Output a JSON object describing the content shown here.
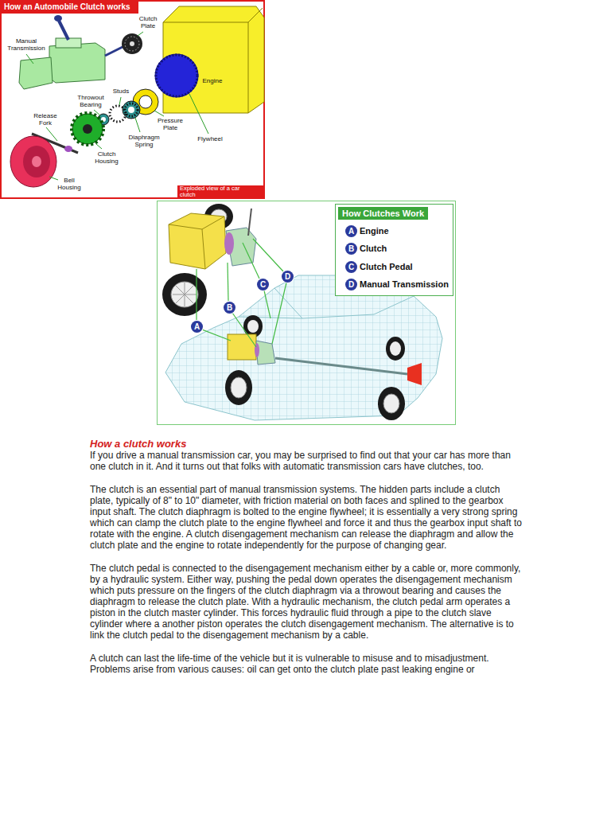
{
  "diagram": {
    "title": "How an Automobile Clutch works",
    "caption": "Exploded view of a car clutch",
    "nodes": [
      {
        "text": [
          "How Clutches Work"
        ]
      },
      {
        "text": [
          "A",
          "Engine"
        ],
        "in": 0
      },
      {
        "text": [
          "B",
          "Clutch"
        ],
        "in": 0
      },
      {
        "text": [
          "C",
          "Clutch Pedal"
        ],
        "in": 0
      },
      {
        "text": [
          "D",
          "Manual Transmission"
        ],
        "in": 0
      },
      {
        "text": [
          "A"
        ]
      },
      {
        "text": [
          "B"
        ]
      },
      {
        "text": [
          "C"
        ]
      },
      {
        "text": [
          "D"
        ]
      }
    ],
    "labels": [
      "Clutch Plate",
      "Manual Transmission",
      "Studs",
      "Engine",
      "Throwout Bearing",
      "Release Fork",
      "Pressure Plate",
      "Flywheel",
      "Diaphragm Spring",
      "Clutch Housing",
      "Bell Housing",
      "How a clutch works",
      "If you drive a manual transmission car, you may be surprised to find out that your car has more than one clutch in it. And it turns out that folks with automatic transmission cars have clutches, too.",
      "The clutch is an essential part of manual transmission systems. The hidden parts include a clutch plate, typically of 8\" to 10\" diameter, with friction material on both faces and splined to the gearbox input shaft. The clutch diaphragm is bolted to the engine flywheel; it is essentially a very strong spring which can clamp the clutch plate to the engine flywheel and force it and thus the gearbox input shaft to rotate with the engine. A clutch disengagement mechanism can release the diaphragm and allow the clutch plate and the engine to rotate independently for the purpose of changing gear.",
      "The clutch pedal is connected to the disengagement mechanism either by a cable or, more commonly, by a hydraulic system. Either way, pushing the pedal down operates the disengagement mechanism which puts pressure on the fingers of the clutch diaphragm via a throwout bearing and causes the diaphragm to release the clutch plate. With a hydraulic mechanism, the clutch pedal arm operates a piston in the clutch master cylinder. This forces hydraulic fluid through a pipe to the clutch slave cylinder where a another piston operates the clutch disengagement mechanism. The alternative is to link the clutch pedal to the disengagement mechanism by a cable.",
      "A clutch can last the life-time of the vehicle but it is vulnerable to misuse and to misadjustment. Problems arise from various causes: oil can get onto the clutch plate past leaking engine or"
    ]
  }
}
